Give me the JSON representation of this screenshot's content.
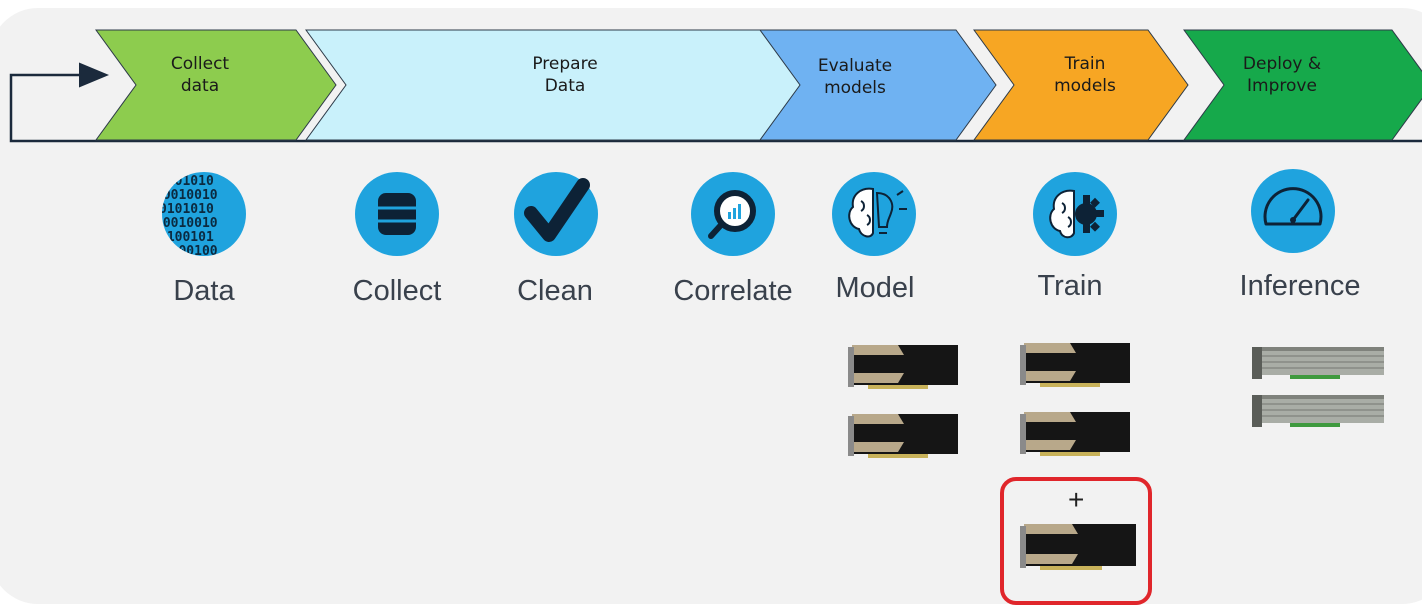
{
  "pipeline": {
    "stages": [
      {
        "line1": "Collect",
        "line2": "data",
        "color": "#8dcc4e"
      },
      {
        "line1": "Prepare",
        "line2": "Data",
        "color": "#c9f1fb"
      },
      {
        "line1": "Evaluate",
        "line2": "models",
        "color": "#6fb2f2"
      },
      {
        "line1": "Train",
        "line2": "models",
        "color": "#f7a623"
      },
      {
        "line1": "Deploy &",
        "line2": "Improve",
        "color": "#16a94b"
      }
    ],
    "loop_color": "#1b2a3c"
  },
  "steps": [
    {
      "label": "Data",
      "icon": "binary-data-icon"
    },
    {
      "label": "Collect",
      "icon": "database-icon"
    },
    {
      "label": "Clean",
      "icon": "checkmark-icon"
    },
    {
      "label": "Correlate",
      "icon": "magnifier-chart-icon"
    },
    {
      "label": "Model",
      "icon": "brain-idea-icon"
    },
    {
      "label": "Train",
      "icon": "brain-gear-icon"
    },
    {
      "label": "Inference",
      "icon": "speedometer-icon"
    }
  ],
  "hardware": {
    "plus_label": "+",
    "highlight_color": "#e0262b"
  }
}
